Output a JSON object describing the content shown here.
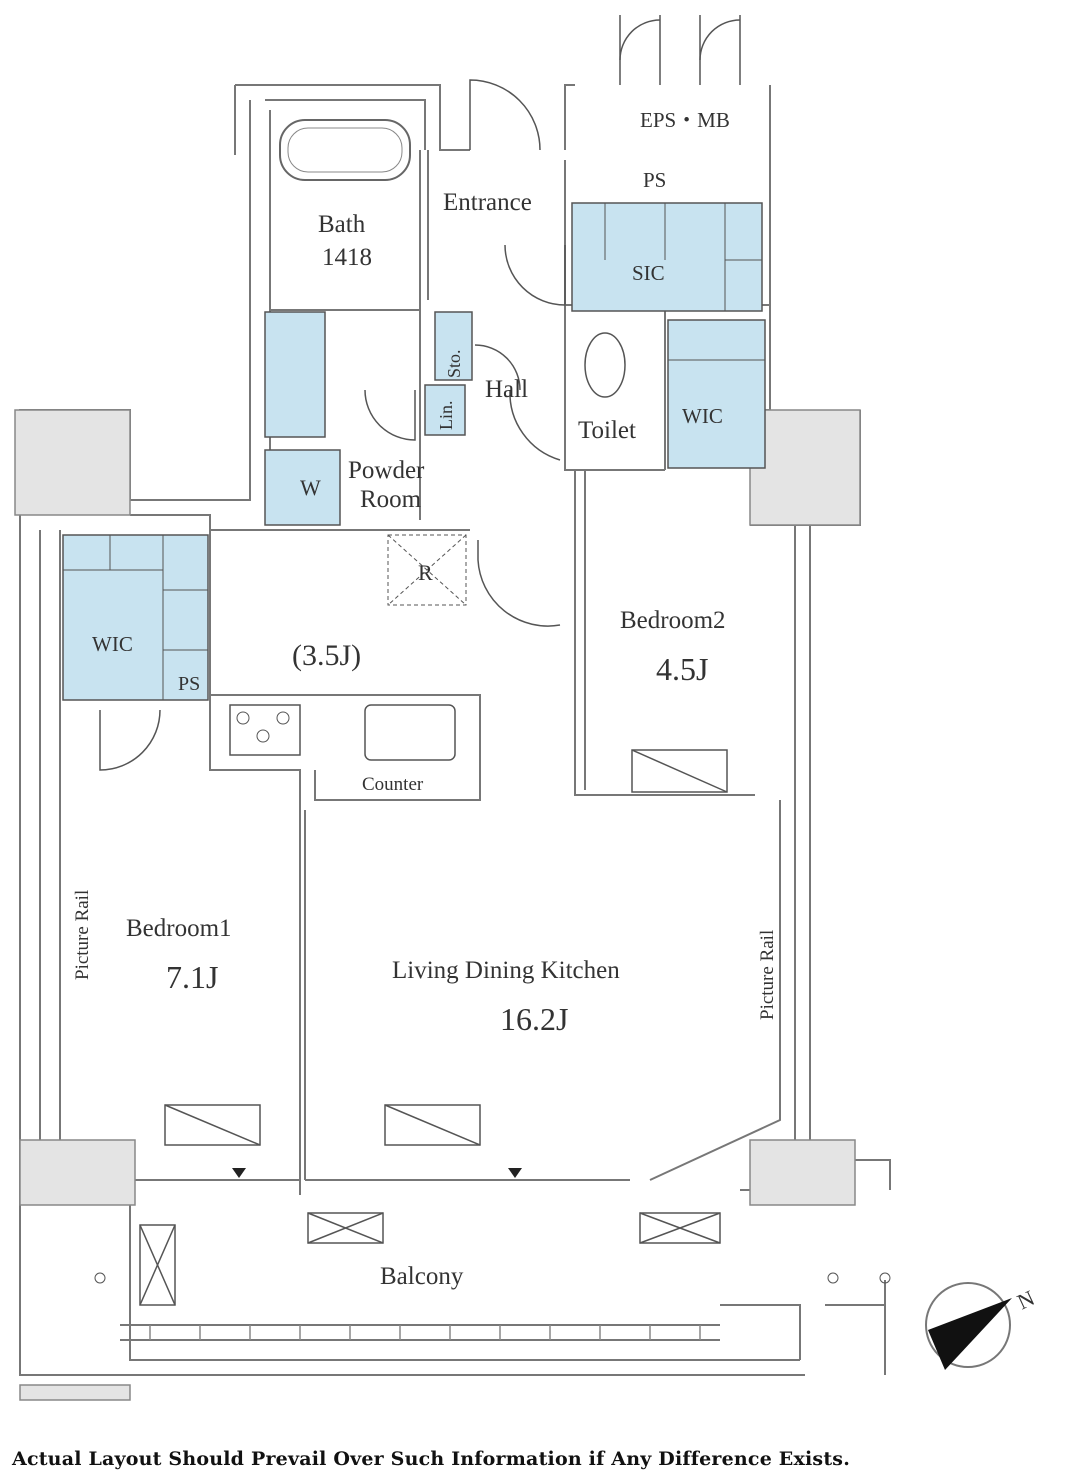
{
  "rooms": {
    "eps_mb": "EPS・MB",
    "ps_top": "PS",
    "entrance": "Entrance",
    "bath": "Bath",
    "bath_size": "1418",
    "sic": "SIC",
    "sto": "Sto.",
    "hall": "Hall",
    "lin": "Lin.",
    "toilet": "Toilet",
    "wic_right": "WIC",
    "powder_room_1": "Powder",
    "powder_room_2": "Room",
    "washer": "W",
    "fridge": "R",
    "wic_left": "WIC",
    "ps_left": "PS",
    "kitchen_size": "(3.5J)",
    "counter": "Counter",
    "bedroom2": "Bedroom2",
    "bedroom2_size": "4.5J",
    "bedroom1": "Bedroom1",
    "bedroom1_size": "7.1J",
    "ldk": "Living Dining Kitchen",
    "ldk_size": "16.2J",
    "picture_rail_left": "Picture Rail",
    "picture_rail_right": "Picture Rail",
    "balcony": "Balcony"
  },
  "compass": {
    "label": "N"
  },
  "colors": {
    "storage_fill": "#c8e3f0",
    "wall": "#7a7a7a",
    "column": "#e4e4e4"
  },
  "disclaimer": "Actual Layout Should Prevail Over Such Information if Any Difference Exists."
}
